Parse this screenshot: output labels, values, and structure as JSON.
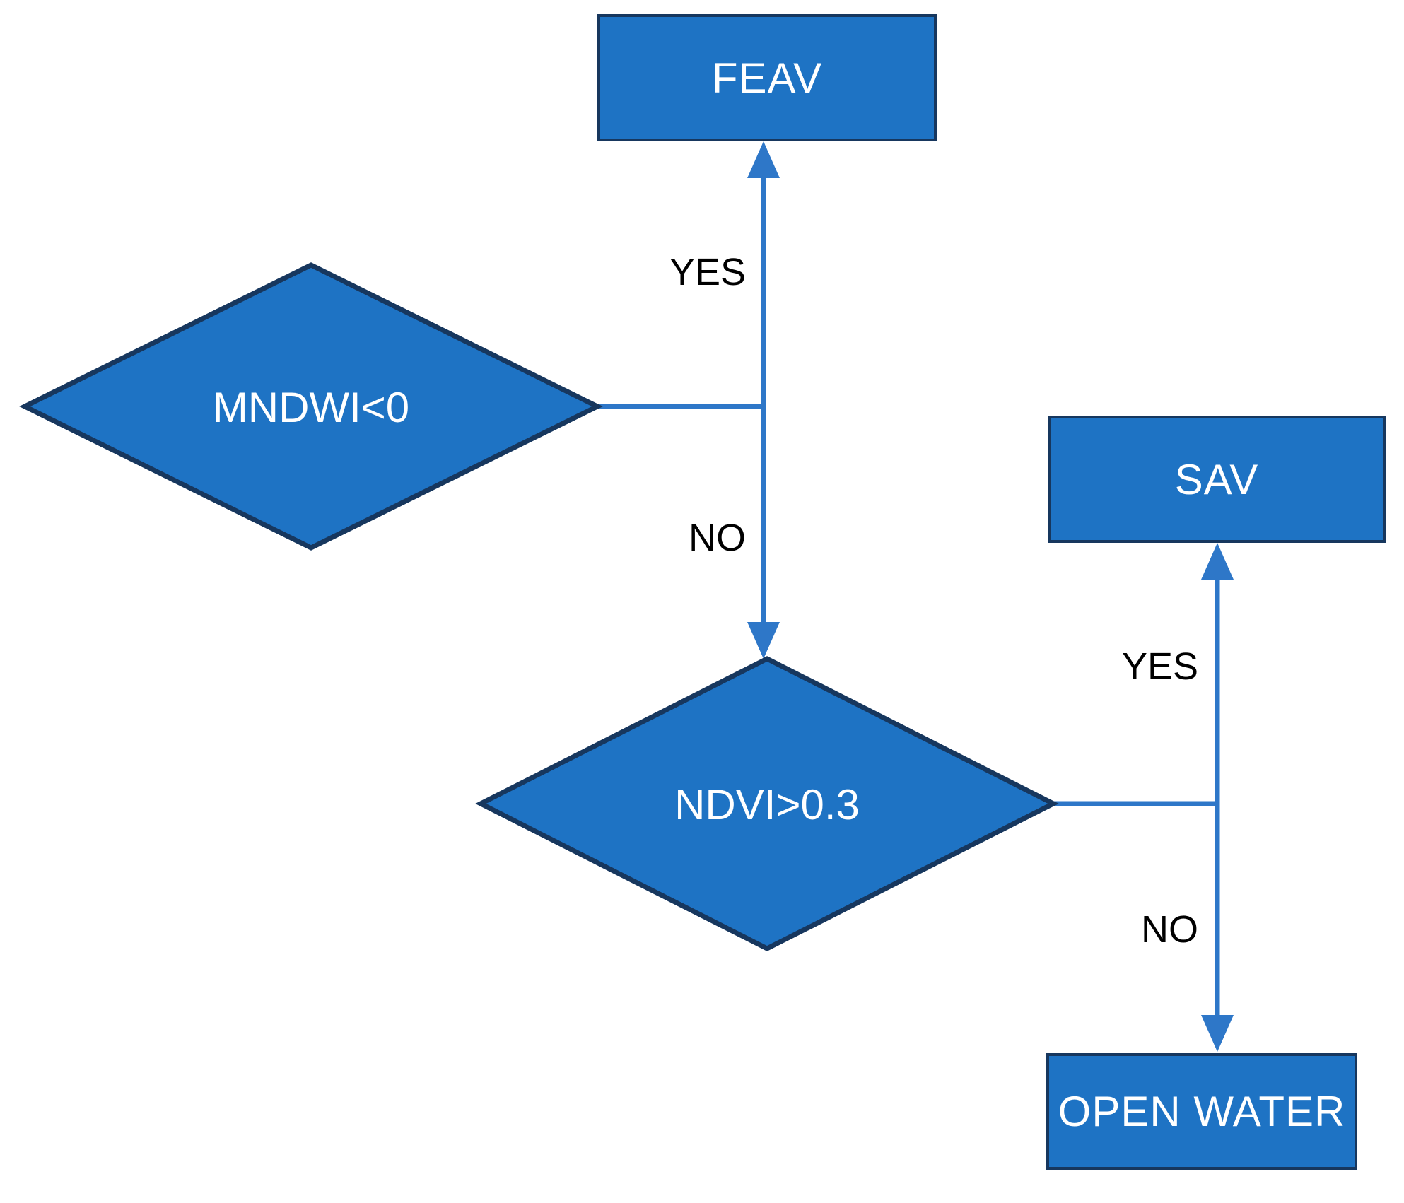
{
  "diagram": {
    "type": "flowchart",
    "nodes": {
      "mndwi": {
        "label": "MNDWI<0",
        "shape": "diamond",
        "role": "decision"
      },
      "feav": {
        "label": "FEAV",
        "shape": "rectangle",
        "role": "class-output"
      },
      "ndvi": {
        "label": "NDVI>0.3",
        "shape": "diamond",
        "role": "decision"
      },
      "sav": {
        "label": "SAV",
        "shape": "rectangle",
        "role": "class-output"
      },
      "open_water": {
        "label": "OPEN WATER",
        "shape": "rectangle",
        "role": "class-output"
      }
    },
    "edges": {
      "mndwi_yes": {
        "from": "mndwi",
        "to": "feav",
        "label": "YES"
      },
      "mndwi_no": {
        "from": "mndwi",
        "to": "ndvi",
        "label": "NO"
      },
      "ndvi_yes": {
        "from": "ndvi",
        "to": "sav",
        "label": "YES"
      },
      "ndvi_no": {
        "from": "ndvi",
        "to": "open_water",
        "label": "NO"
      }
    },
    "colors": {
      "shape_fill": "#1e73c4",
      "shape_border": "#17375e",
      "connector": "#2e77c8",
      "node_text": "#ffffff",
      "edge_label_text": "#000000",
      "background": "#ffffff"
    }
  }
}
